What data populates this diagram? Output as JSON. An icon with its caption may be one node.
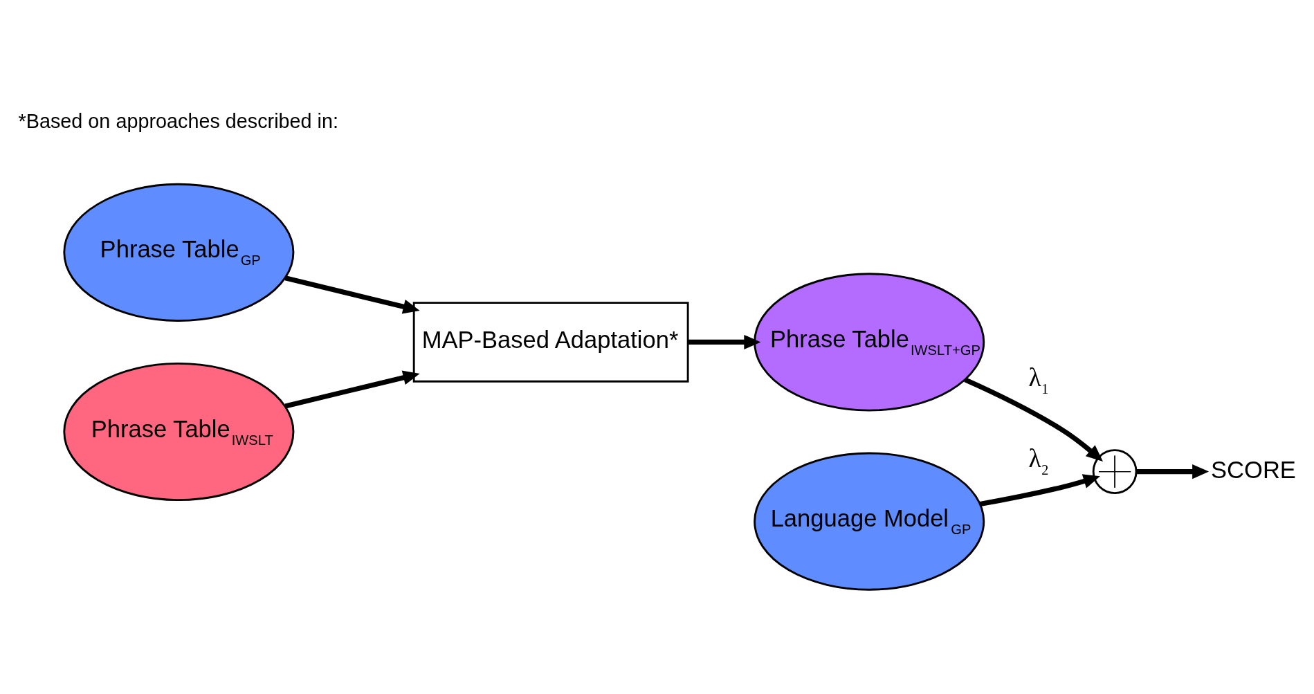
{
  "diagram": {
    "nodes": [
      {
        "text": [
          "Phrase Table$_{GP}$"
        ]
      },
      {
        "text": [
          "Phrase Table$_{IWSLT}$"
        ]
      },
      {
        "text": [
          "MAP-Based Adaptation*"
        ]
      },
      {
        "text": [
          "Phrase Table$_{IWSLT+GP}$"
        ]
      },
      {
        "text": [
          "Language Model$_{GP}$"
        ]
      },
      {
        "text": [],
        "shape": "circle"
      },
      {
        "text": [
          "SCORE"
        ]
      }
    ],
    "edges": [
      {
        "from": 0,
        "to": 2,
        "arrow": "to"
      },
      {
        "from": 1,
        "to": 2,
        "arrow": "to"
      },
      {
        "from": 2,
        "to": 3,
        "arrow": "to"
      },
      {
        "from": 3,
        "to": 5,
        "arrow": "to",
        "label": "λ$_{1}$"
      },
      {
        "from": 4,
        "to": 5,
        "arrow": "to",
        "label": "λ$_{2}$"
      },
      {
        "from": 5,
        "to": 6,
        "arrow": "to"
      }
    ],
    "labels": [
      "*Based on approaches described in:"
    ]
  }
}
